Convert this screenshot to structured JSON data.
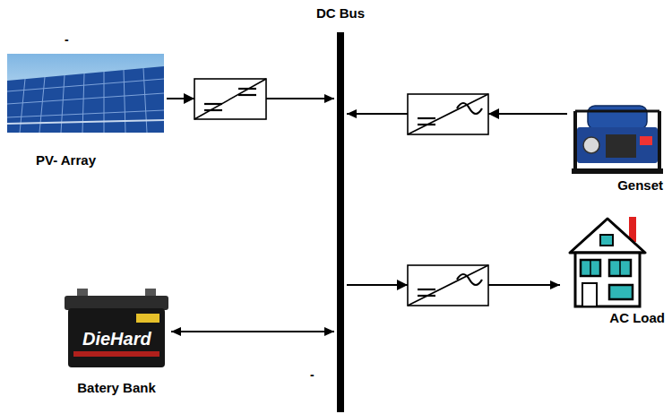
{
  "diagram": {
    "nodes": [
      {
        "text": [
          "DC Bus"
        ]
      },
      {
        "text": [
          "PV- Array"
        ]
      },
      {
        "text": [
          "Genset"
        ]
      },
      {
        "text": [
          "AC Load"
        ]
      },
      {
        "text": [
          "Batery Bank"
        ]
      }
    ],
    "edges": [
      {
        "from": 1,
        "to": 0,
        "arrow": "to"
      },
      {
        "from": 2,
        "to": 0,
        "arrow": "to"
      },
      {
        "from": 0,
        "to": 3,
        "arrow": "to"
      },
      {
        "from": 4,
        "to": 0,
        "arrow": "both"
      }
    ],
    "labels": [
      "-",
      "DieHard",
      "-"
    ]
  }
}
